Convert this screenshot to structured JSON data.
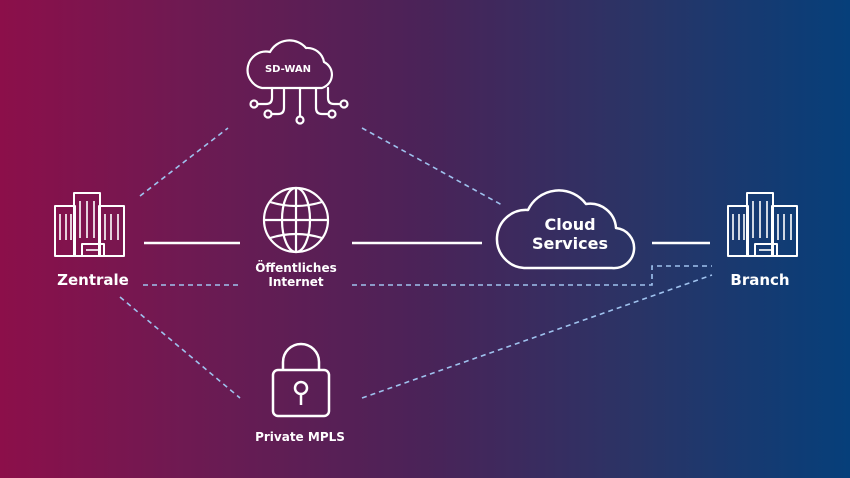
{
  "nodes": {
    "hq_label": "Zentrale",
    "branch_label": "Branch",
    "internet_label_line1": "Öffentliches",
    "internet_label_line2": "Internet",
    "mpls_label": "Private MPLS",
    "cloud_label_line1": "Cloud",
    "cloud_label_line2": "Services",
    "sdwan_label": "SD-WAN"
  },
  "colors": {
    "gradient_left": "#8c0f4a",
    "gradient_right": "#063f7a",
    "solid_link": "#ffffff",
    "dashed_link": "#9fc2ee",
    "icon_stroke": "#ffffff"
  },
  "icons": {
    "hq": "office-buildings-icon",
    "branch": "office-buildings-icon",
    "internet": "globe-icon",
    "mpls": "padlock-icon",
    "cloud": "cloud-icon",
    "sdwan": "cloud-network-icon"
  }
}
